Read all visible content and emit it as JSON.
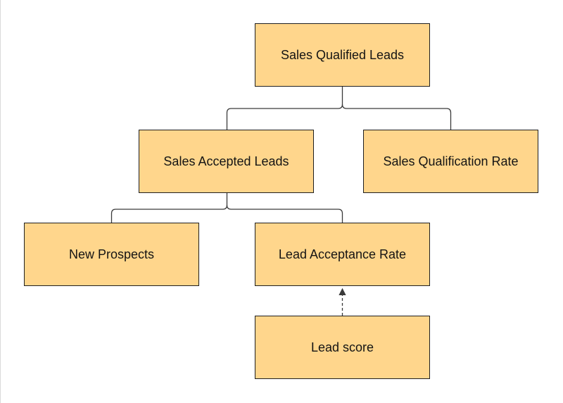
{
  "diagram": {
    "nodes": {
      "sql": "Sales Qualified Leads",
      "sal": "Sales Accepted Leads",
      "sqr": "Sales Qualification Rate",
      "np": "New Prospects",
      "lar": "Lead Acceptance Rate",
      "ls": "Lead score"
    },
    "edges": [
      {
        "from": "sql",
        "to": "sal",
        "style": "solid"
      },
      {
        "from": "sql",
        "to": "sqr",
        "style": "solid"
      },
      {
        "from": "sal",
        "to": "np",
        "style": "solid"
      },
      {
        "from": "sal",
        "to": "lar",
        "style": "solid"
      },
      {
        "from": "ls",
        "to": "lar",
        "style": "dashed-arrow"
      }
    ],
    "colors": {
      "node_fill": "#ffd68c",
      "node_border": "#1f1f1f",
      "edge": "#3a3a3a"
    }
  }
}
